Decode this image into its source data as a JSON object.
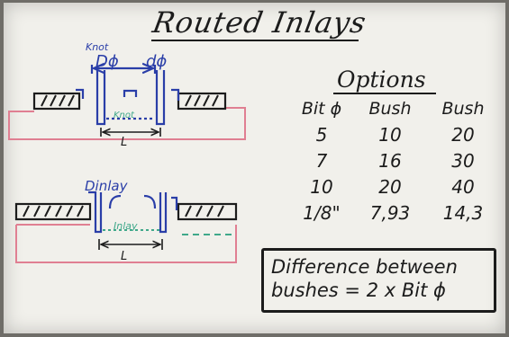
{
  "title": "Routed Inlays",
  "options_title": "Options",
  "table": {
    "headers": [
      "Bit ϕ",
      "Bush",
      "Bush"
    ],
    "rows": [
      [
        "5",
        "10",
        "20"
      ],
      [
        "7",
        "16",
        "30"
      ],
      [
        "10",
        "20",
        "40"
      ],
      [
        "1/8\"",
        "7,93",
        "14,3"
      ]
    ]
  },
  "note": {
    "line1": "Difference between",
    "line2": "bushes = 2 x Bit ϕ"
  },
  "diagram_top": {
    "label_knot_top": "Knot",
    "label_D": "Dϕ",
    "label_d": "dϕ",
    "label_knot_inner": "Knot",
    "label_L": "L"
  },
  "diagram_bottom": {
    "label_D_inlay": "Dinlay",
    "label_inlay": "Inlay",
    "label_L": "L"
  },
  "colors": {
    "blue": "#2a3ea8",
    "pink": "#e07f92",
    "green": "#3fa88a",
    "ink": "#1c1c1c"
  }
}
